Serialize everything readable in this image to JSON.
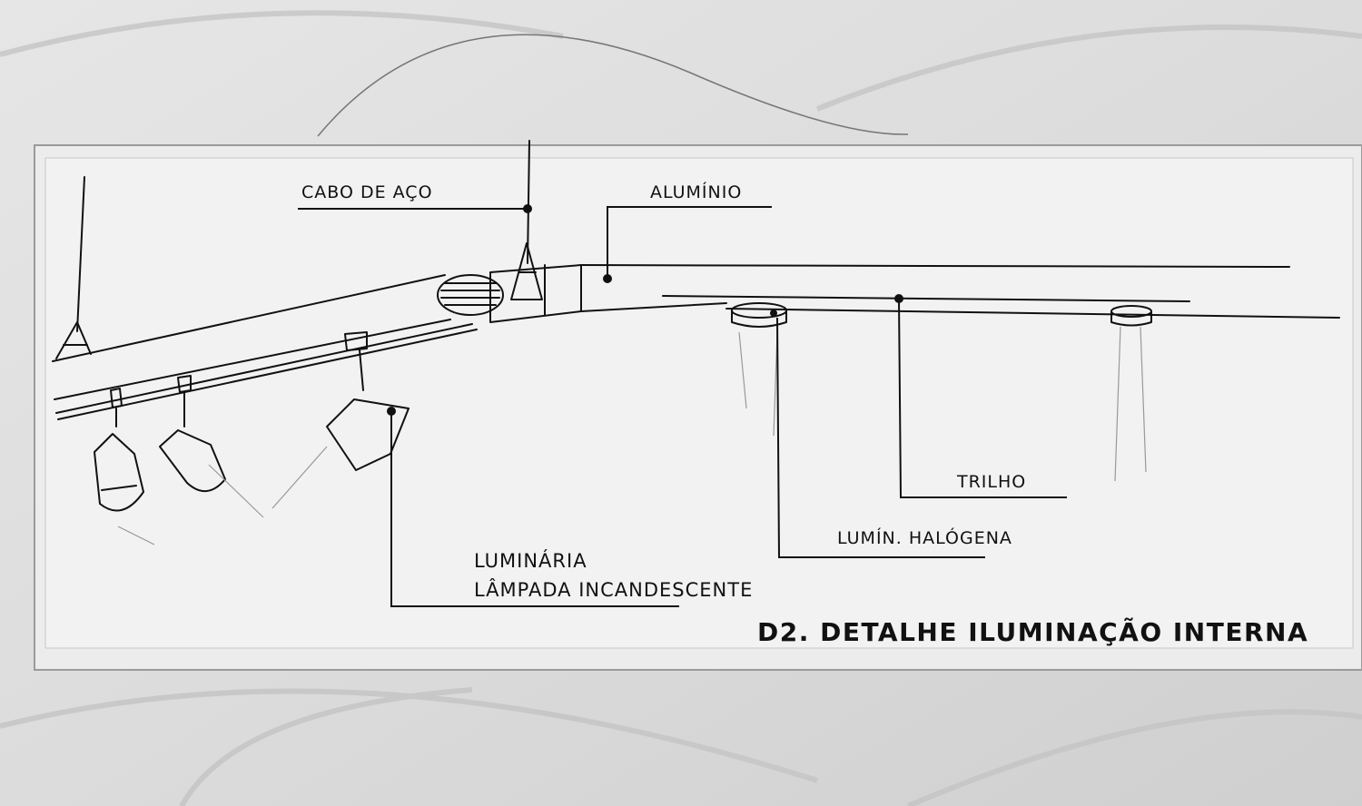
{
  "labels": {
    "steel_cable": "CABO DE AÇO",
    "aluminium": "ALUMÍNIO",
    "rail": "TRILHO",
    "halogen": "LUMÍN. HALÓGENA",
    "luminaire_line1": "LUMINÁRIA",
    "luminaire_line2": "LÂMPADA INCANDESCENTE"
  },
  "title": "D2. DETALHE ILUMINAÇÃO INTERNA"
}
